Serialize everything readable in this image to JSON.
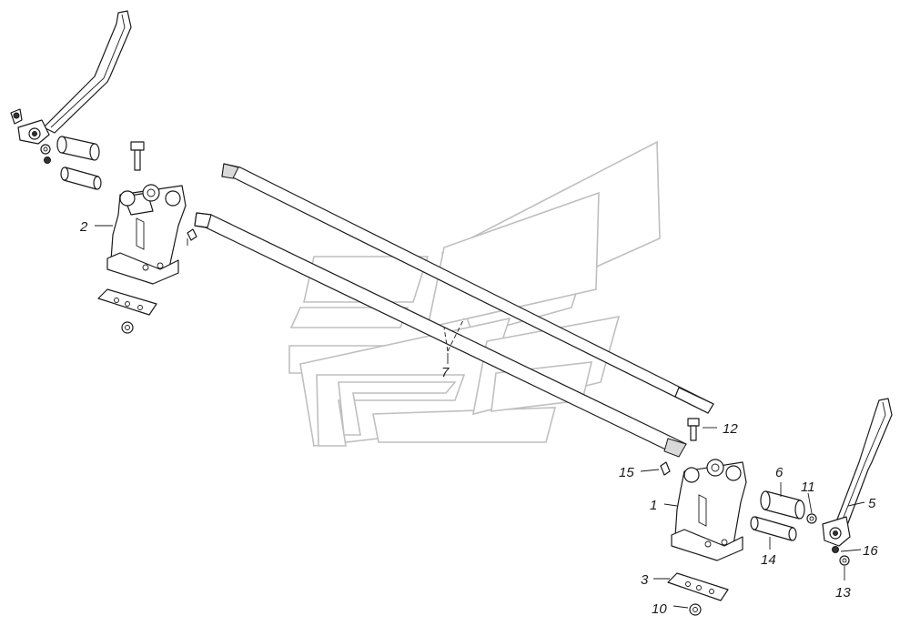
{
  "diagram": {
    "callouts": {
      "c1": "1",
      "c2": "2",
      "c3": "3",
      "c5": "5",
      "c6": "6",
      "c7": "7",
      "c10": "10",
      "c11": "11",
      "c12": "12",
      "c13": "13",
      "c14": "14",
      "c15": "15",
      "c16": "16"
    }
  }
}
